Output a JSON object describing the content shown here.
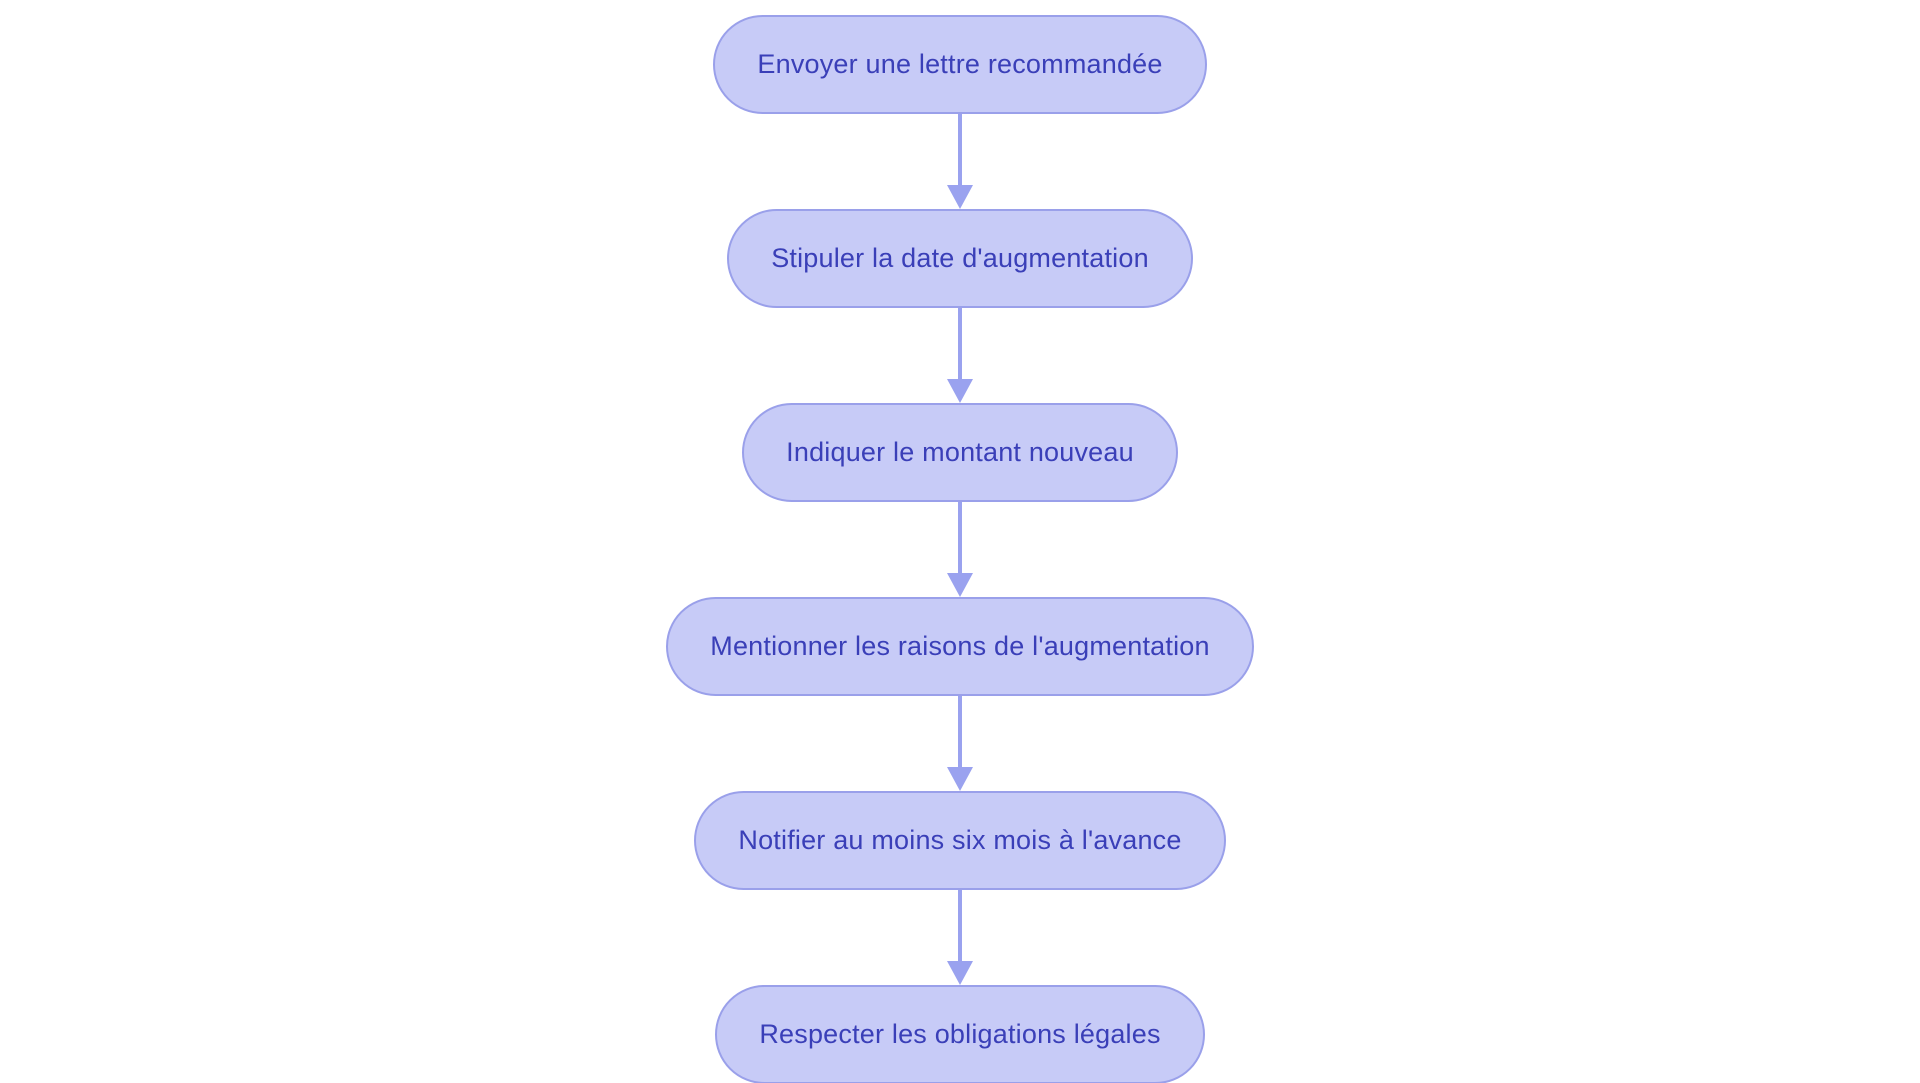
{
  "flowchart": {
    "type": "vertical-flow",
    "nodes": [
      {
        "label": "Envoyer une lettre recommandée"
      },
      {
        "label": "Stipuler la date d'augmentation"
      },
      {
        "label": "Indiquer le montant nouveau"
      },
      {
        "label": "Mentionner les raisons de l'augmentation"
      },
      {
        "label": "Notifier au moins six mois à l'avance"
      },
      {
        "label": "Respecter les obligations légales"
      }
    ],
    "colors": {
      "node_fill": "#c7cbf7",
      "node_border": "#9aa0ea",
      "node_text": "#3a3fb8",
      "arrow": "#9aa2ef",
      "background": "#ffffff"
    }
  }
}
